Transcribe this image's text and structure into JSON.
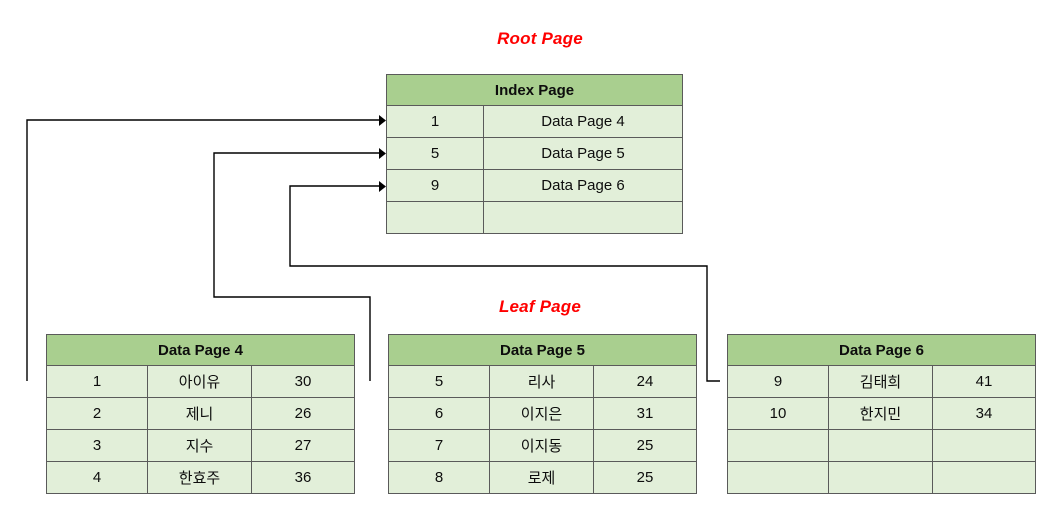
{
  "diagram": {
    "title_root": "Root Page",
    "title_leaf": "Leaf Page",
    "accent_color": "#FF0000",
    "header_fill": "#A9CF8F",
    "cell_fill": "#E2EFD9",
    "border_color": "#5A5A5A"
  },
  "index_page": {
    "header": "Index Page",
    "rows": [
      {
        "key": "1",
        "pointer": "Data Page 4"
      },
      {
        "key": "5",
        "pointer": "Data Page 5"
      },
      {
        "key": "9",
        "pointer": "Data Page 6"
      },
      {
        "key": "",
        "pointer": ""
      }
    ]
  },
  "data_pages": [
    {
      "header": "Data Page 4",
      "rows": [
        {
          "id": "1",
          "name": "아이유",
          "age": "30"
        },
        {
          "id": "2",
          "name": "제니",
          "age": "26"
        },
        {
          "id": "3",
          "name": "지수",
          "age": "27"
        },
        {
          "id": "4",
          "name": "한효주",
          "age": "36"
        }
      ]
    },
    {
      "header": "Data Page 5",
      "rows": [
        {
          "id": "5",
          "name": "리사",
          "age": "24"
        },
        {
          "id": "6",
          "name": "이지은",
          "age": "31"
        },
        {
          "id": "7",
          "name": "이지동",
          "age": "25"
        },
        {
          "id": "8",
          "name": "로제",
          "age": "25"
        }
      ]
    },
    {
      "header": "Data Page 6",
      "rows": [
        {
          "id": "9",
          "name": "김태희",
          "age": "41"
        },
        {
          "id": "10",
          "name": "한지민",
          "age": "34"
        },
        {
          "id": "",
          "name": "",
          "age": ""
        },
        {
          "id": "",
          "name": "",
          "age": ""
        }
      ]
    }
  ],
  "connectors": [
    {
      "name": "data-page-4-to-index-row-1",
      "from": "Data Page 4",
      "to": "Index Page row 1"
    },
    {
      "name": "data-page-5-to-index-row-2",
      "from": "Data Page 5",
      "to": "Index Page row 2"
    },
    {
      "name": "data-page-6-to-index-row-3",
      "from": "Data Page 6",
      "to": "Index Page row 3"
    }
  ]
}
